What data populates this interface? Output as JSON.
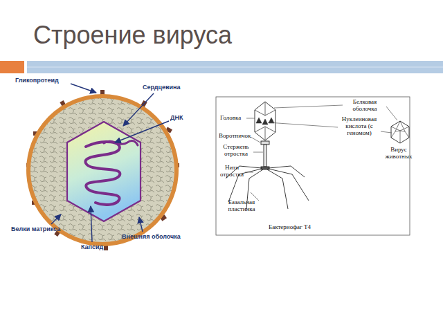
{
  "diagram": {
    "title": "Строение вируса",
    "labels": [
      "Гликопротеид",
      "Сердцевина",
      "ДНК",
      "Белки матрикса",
      "Капсид",
      "Внешняя оболочка",
      "Белковая оболочка",
      "Головка",
      "Нуклеиновая кислота (с геномом)",
      "Воротничок",
      "Стержень отростка",
      "Вирус животных",
      "Нити отростка",
      "Базальная пластинка",
      "Бактериофаг Т4"
    ]
  }
}
